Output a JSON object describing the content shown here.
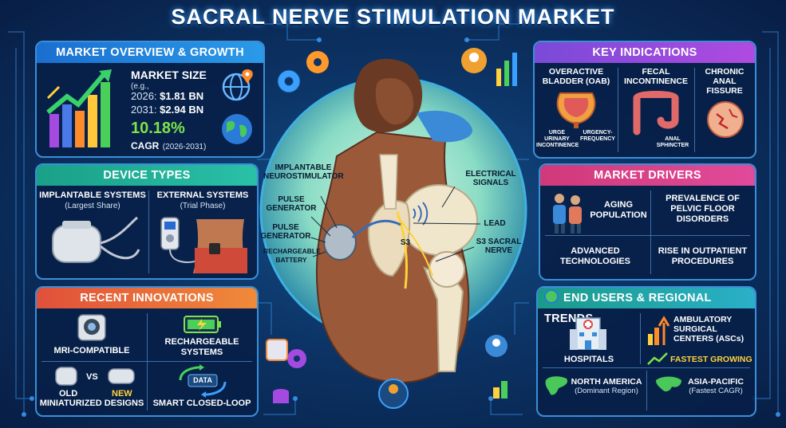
{
  "title": "SACRAL NERVE STIMULATION MARKET",
  "market_overview": {
    "header": "MARKET OVERVIEW & GROWTH",
    "size_title": "MARKET SIZE",
    "size_eg": "(e.g.,",
    "size_2026_year": "2026:",
    "size_2026_value": "$1.81 BN",
    "size_2031_year": "2031:",
    "size_2031_value": "$2.94 BN",
    "cagr_value": "10.18%",
    "cagr_label": "CAGR",
    "cagr_period": "(2026-2031)"
  },
  "device_types": {
    "header": "DEVICE TYPES",
    "implantable_title": "IMPLANTABLE SYSTEMS",
    "implantable_sub": "(Largest Share)",
    "external_title": "EXTERNAL SYSTEMS",
    "external_sub": "(Trial Phase)"
  },
  "recent_innovations": {
    "header": "RECENT INNOVATIONS",
    "mri": "MRI-COMPATIBLE",
    "rechargeable_1": "RECHARGEABLE",
    "rechargeable_2": "SYSTEMS",
    "old": "OLD",
    "vs": "VS",
    "new": "NEW",
    "miniaturized": "MINIATURIZED DESIGNS",
    "data_tag": "DATA",
    "closed_loop": "SMART CLOSED-LOOP"
  },
  "center_labels": {
    "implantable_1": "IMPLANTABLE",
    "implantable_2": "NEUROSTIMULATOR",
    "pulse_gen_a_1": "PULSE",
    "pulse_gen_a_2": "GENERATOR",
    "pulse_gen_b_1": "PULSE",
    "pulse_gen_b_2": "GENERATOR",
    "battery_1": "RECHARGEABLE",
    "battery_2": "BATTERY",
    "electrical_1": "ELECTRICAL",
    "electrical_2": "SIGNALS",
    "lead": "LEAD",
    "s3": "S3",
    "s3_nerve_1": "S3 SACRAL",
    "s3_nerve_2": "NERVE"
  },
  "key_indications": {
    "header": "KEY INDICATIONS",
    "oab_1": "OVERACTIVE",
    "oab_2": "BLADDER (OAB)",
    "urge_1": "URGE",
    "urge_2": "URINARY",
    "urge_3": "INCONTINENCE",
    "urgency_1": "URGENCY-",
    "urgency_2": "FREQUENCY",
    "fecal_1": "FECAL",
    "fecal_2": "INCONTINENCE",
    "anal_sph_1": "ANAL",
    "anal_sph_2": "SPHINCTER",
    "chronic_1": "CHRONIC",
    "chronic_2": "ANAL",
    "chronic_3": "FISSURE"
  },
  "market_drivers": {
    "header": "MARKET DRIVERS",
    "aging_1": "AGING",
    "aging_2": "POPULATION",
    "pelvic_1": "PREVALENCE OF",
    "pelvic_2": "PELVIC FLOOR",
    "pelvic_3": "DISORDERS",
    "adv_1": "ADVANCED",
    "adv_2": "TECHNOLOGIES",
    "rise_1": "RISE IN OUTPATIENT",
    "rise_2": "PROCEDURES"
  },
  "end_users": {
    "header": "END USERS & REGIONAL TRENDS",
    "hospitals": "HOSPITALS",
    "asc_1": "AMBULATORY",
    "asc_2": "SURGICAL",
    "asc_3": "CENTERS (ASCs)",
    "fastest": "FASTEST GROWING",
    "na_1": "NORTH AMERICA",
    "na_2": "(Dominant Region)",
    "apac_1": "ASIA-PACIFIC",
    "apac_2": "(Fastest CAGR)"
  },
  "colors": {
    "accent_green": "#7ee24a",
    "accent_yellow": "#ffd23c",
    "panel_border": "#3a8fd8"
  }
}
